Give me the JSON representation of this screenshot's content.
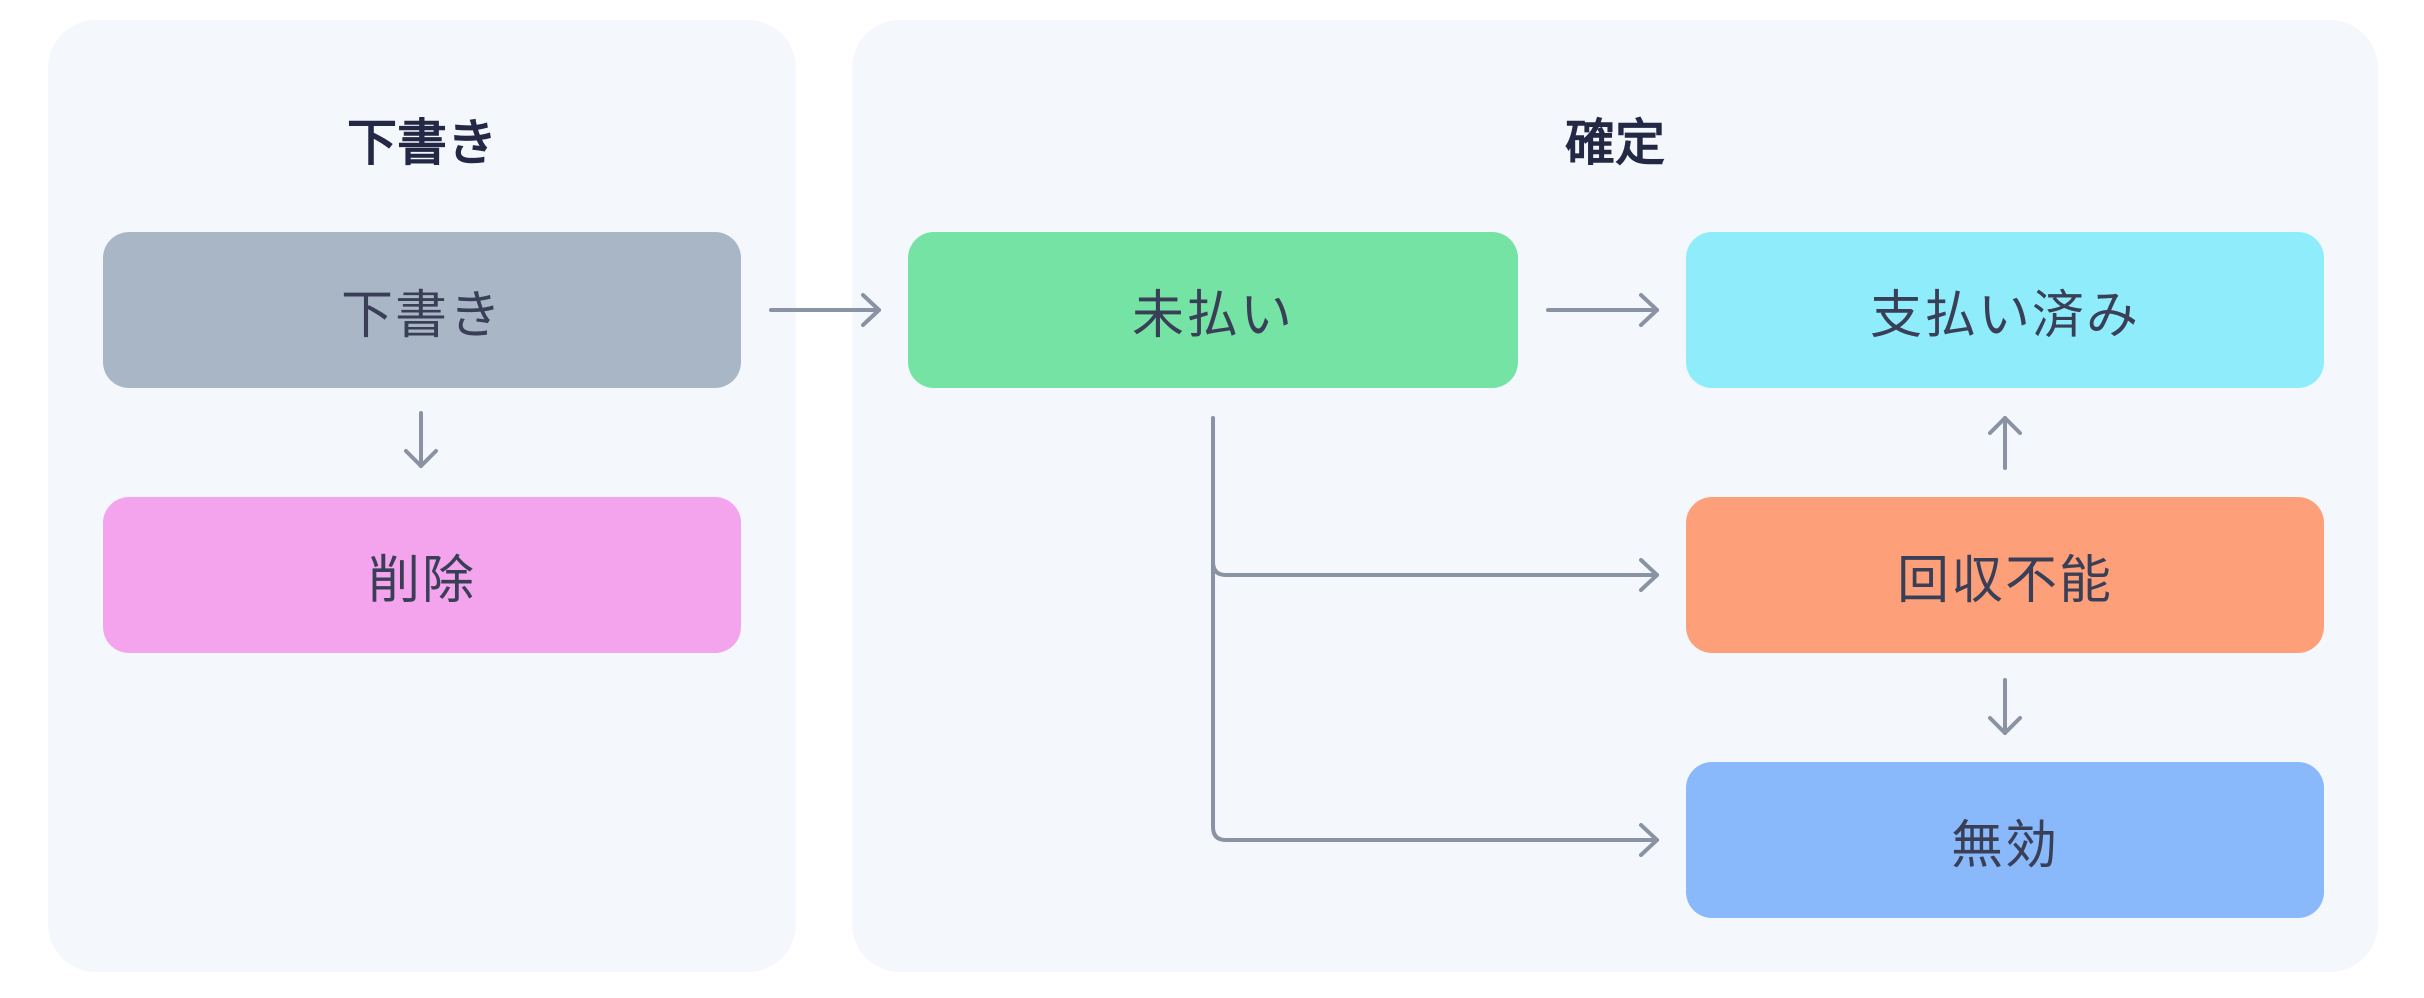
{
  "panels": {
    "draft": {
      "title": "下書き"
    },
    "confirmed": {
      "title": "確定"
    }
  },
  "nodes": {
    "draft": "下書き",
    "deleted": "削除",
    "unpaid": "未払い",
    "paid": "支払い済み",
    "uncollectible": "回収不能",
    "void": "無効"
  },
  "colors": {
    "panel_background": "#f4f7fb",
    "draft": "#a8b6c6",
    "deleted": "#f4a4ec",
    "unpaid": "#75e3a4",
    "paid": "#8fedfb",
    "uncollectible": "#fda07a",
    "void": "#89b9fb",
    "connector": "#8a93a4"
  },
  "edges": [
    {
      "from": "draft",
      "to": "deleted"
    },
    {
      "from": "draft",
      "to": "unpaid"
    },
    {
      "from": "unpaid",
      "to": "paid"
    },
    {
      "from": "unpaid",
      "to": "uncollectible"
    },
    {
      "from": "unpaid",
      "to": "void"
    },
    {
      "from": "uncollectible",
      "to": "paid"
    },
    {
      "from": "uncollectible",
      "to": "void"
    }
  ]
}
